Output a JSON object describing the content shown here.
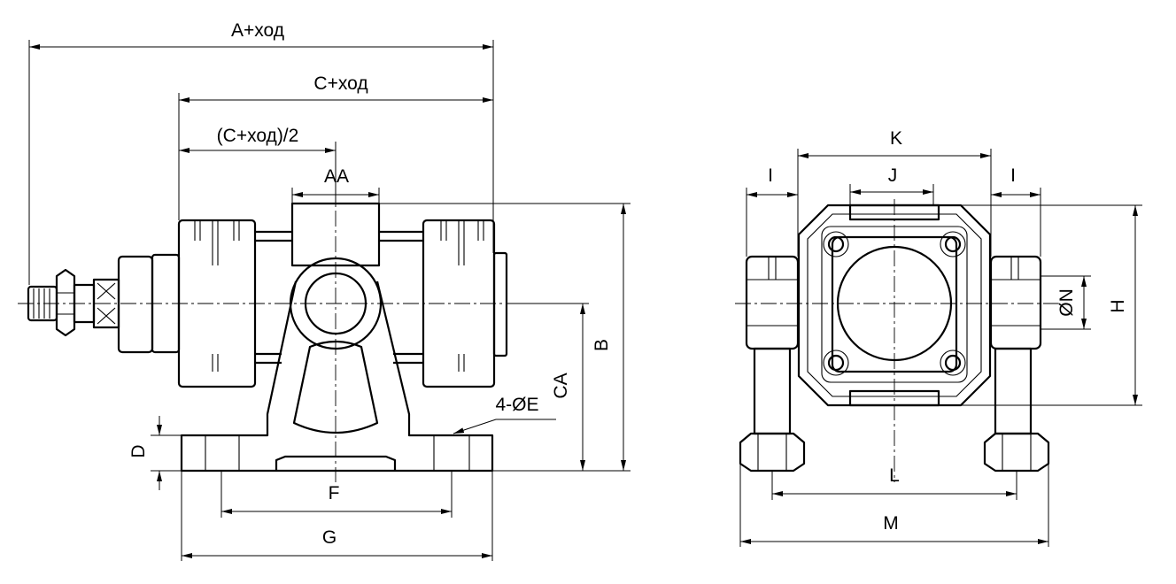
{
  "side_view": {
    "labels": {
      "A": "A+ход",
      "C": "C+ход",
      "C_half": "(C+ход)/2",
      "AA": "AA",
      "B": "B",
      "CA": "CA",
      "D": "D",
      "E": "4-ØE",
      "F": "F",
      "G": "G"
    }
  },
  "front_view": {
    "labels": {
      "K": "K",
      "J": "J",
      "I_left": "I",
      "I_right": "I",
      "N": "ØN",
      "H": "H",
      "L": "L",
      "M": "M"
    }
  }
}
